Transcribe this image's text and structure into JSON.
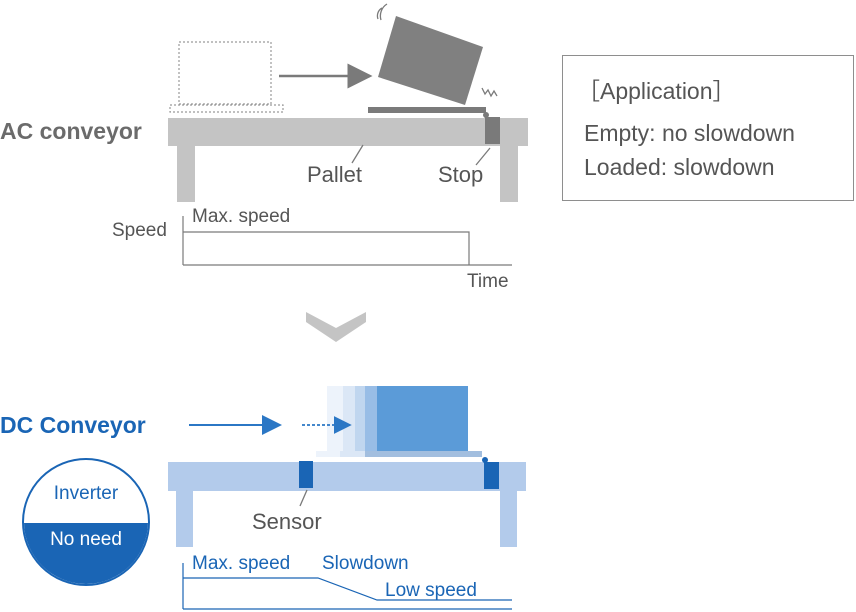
{
  "ac": {
    "title": "AC conveyor",
    "pallet_label": "Pallet",
    "stop_label": "Stop",
    "graph": {
      "y_label": "Speed",
      "max_label": "Max. speed",
      "x_label": "Time"
    }
  },
  "application": {
    "heading": "［Application］",
    "lines": [
      "Empty: no slowdown",
      "Loaded: slowdown"
    ]
  },
  "dc": {
    "title": "DC Conveyor",
    "sensor_label": "Sensor",
    "graph": {
      "max_label": "Max. speed",
      "slowdown_label": "Slowdown",
      "low_label": "Low speed"
    }
  },
  "inverter": {
    "top": "Inverter",
    "bottom": "No need"
  },
  "colors": {
    "ac_gray": "#6b6b6b",
    "ac_table": "#c4c4c4",
    "dc_blue": "#1a65b5",
    "dc_table": "#b3cbeb",
    "dc_box": "#5b9bd8"
  }
}
